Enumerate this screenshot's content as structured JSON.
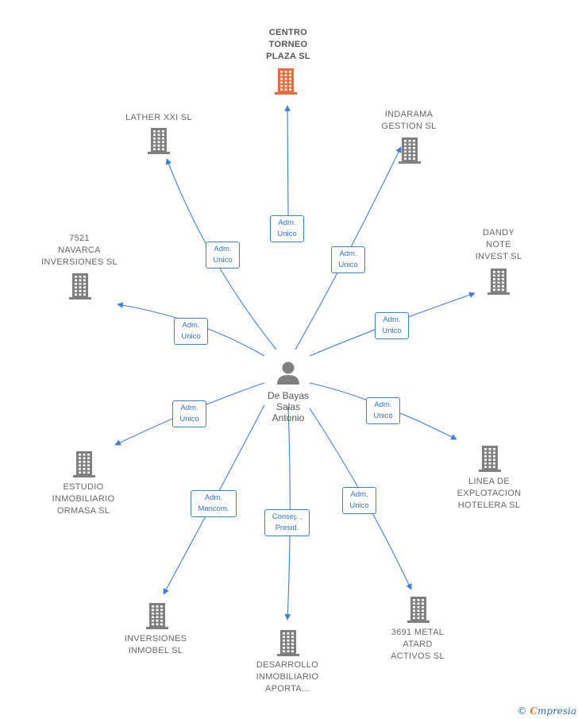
{
  "colors": {
    "accent": "#3d7fd6",
    "building": "#7f7f7f",
    "building_highlight": "#f06a35"
  },
  "center": {
    "name": "De Bayas\nSalas\nAntonio",
    "icon": "person-icon"
  },
  "companies": [
    {
      "key": "centro-torneo",
      "label": "CENTRO\nTORNEO\nPLAZA  SL",
      "highlight": true,
      "edge": "Adm.\nUnico"
    },
    {
      "key": "lather",
      "label": "LATHER XXI SL",
      "highlight": false,
      "edge": "Adm.\nUnico"
    },
    {
      "key": "indarama",
      "label": "INDARAMA\nGESTION SL",
      "highlight": false,
      "edge": "Adm.\nUnico"
    },
    {
      "key": "navarca",
      "label": "7521\nNAVARCA\nINVERSIONES SL",
      "highlight": false,
      "edge": "Adm.\nUnico"
    },
    {
      "key": "dandy",
      "label": "DANDY\nNOTE\nINVEST SL",
      "highlight": false,
      "edge": "Adm.\nUnico"
    },
    {
      "key": "estudio",
      "label": "ESTUDIO\nINMOBILIARIO\nORMASA  SL",
      "highlight": false,
      "edge": "Adm.\nUnico"
    },
    {
      "key": "explotacion",
      "label": "LINEA DE\nEXPLOTACION\nHOTELERA SL",
      "highlight": false,
      "edge": "Adm.\nUnico"
    },
    {
      "key": "inmobel",
      "label": "INVERSIONES\nINMOBEL SL",
      "highlight": false,
      "edge": "Adm.\nMancom."
    },
    {
      "key": "desarrollo",
      "label": "DESARROLLO\nINMOBILIARIO\nAPORTA...",
      "highlight": false,
      "edge": "Consej. ,\nPresid."
    },
    {
      "key": "metal",
      "label": "3691 METAL\nATARD\nACTIVOS  SL",
      "highlight": false,
      "edge": "Adm.\nUnico"
    }
  ],
  "footer": {
    "copyright": "©",
    "brand_initial": "C",
    "brand_rest": "mpresia"
  }
}
